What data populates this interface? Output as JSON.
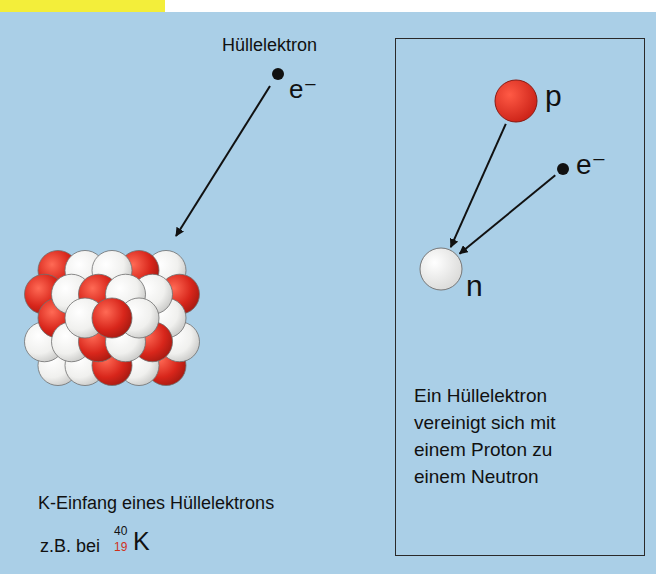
{
  "diagram": {
    "nodes": [
      {
        "text": [
          "Hüllelektron",
          "e⁻"
        ]
      },
      {
        "text": [
          "Ein Hüllelektron vereinigt sich mit einem Proton zu einem Neutron"
        ]
      },
      {
        "text": [
          "p"
        ],
        "in": 1
      },
      {
        "text": [
          "e⁻"
        ],
        "in": 1
      },
      {
        "text": [
          "n"
        ],
        "in": 1
      }
    ],
    "edges": [
      {
        "from": 2,
        "to": 4,
        "arrow": "to"
      },
      {
        "from": 3,
        "to": 4,
        "arrow": "to"
      }
    ],
    "labels": [
      "K-Einfang eines Hüllelektrons",
      "z.B. bei",
      "40",
      "19",
      "K"
    ]
  }
}
